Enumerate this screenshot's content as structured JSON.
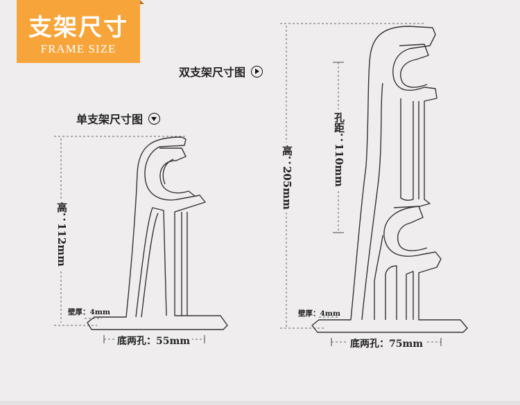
{
  "header": {
    "title": "支架尺寸",
    "subtitle": "FRAME SIZE"
  },
  "single_bracket": {
    "caption": "单支架尺寸图",
    "caption_icon": "circle-down-arrow-icon",
    "height_label": "高：112mm",
    "wall_label": "壁厚：4mm",
    "base_label": "底两孔：55mm"
  },
  "double_bracket": {
    "caption": "双支架尺寸图",
    "caption_icon": "circle-right-arrow-icon",
    "height_label": "高：205mm",
    "hole_label": "孔距：110mm",
    "wall_label": "壁厚：4mm",
    "base_label": "底两孔：75mm"
  }
}
